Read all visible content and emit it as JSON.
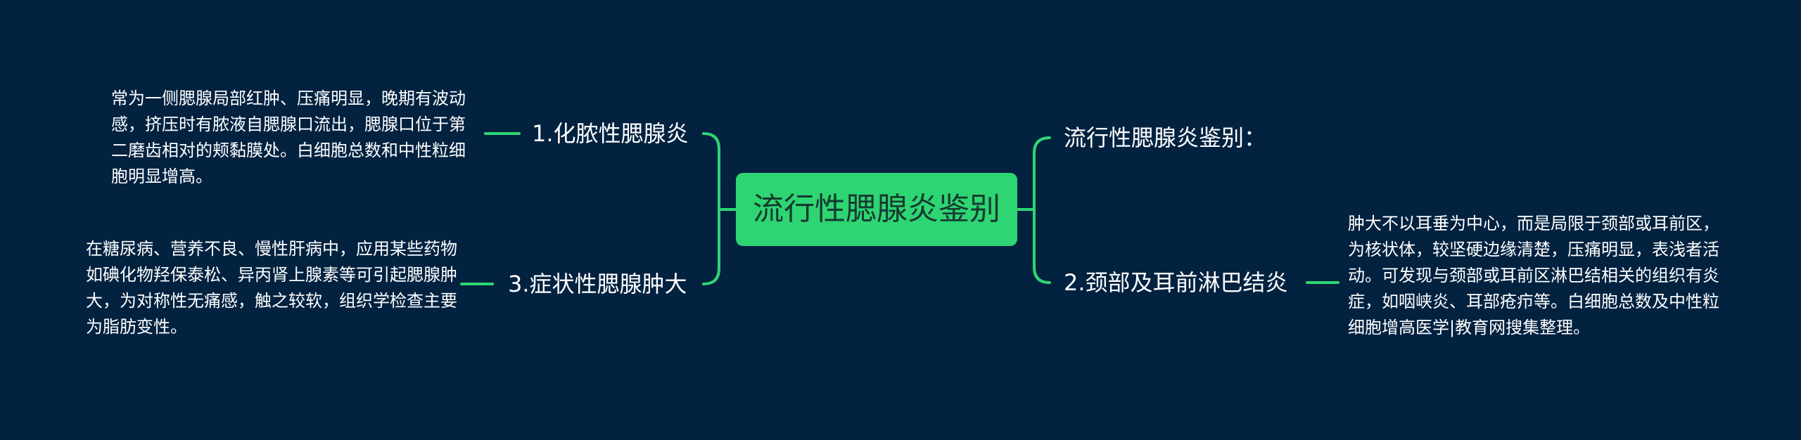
{
  "colors": {
    "background": "#022240",
    "root_fill": "#2ed573",
    "connector": "#2ed573",
    "text": "#ffffff"
  },
  "mindmap": {
    "root": "流行性腮腺炎鉴别",
    "left": [
      {
        "label": "1.化脓性腮腺炎",
        "note": "常为一侧腮腺局部红肿、压痛明显，晚期有波动感，挤压时有脓液自腮腺口流出，腮腺口位于第二磨齿相对的颊黏膜处。白细胞总数和中性粒细胞明显增高。"
      },
      {
        "label": "3.症状性腮腺肿大",
        "note": "在糖尿病、营养不良、慢性肝病中，应用某些药物如碘化物羟保泰松、异丙肾上腺素等可引起腮腺肿大，为对称性无痛感，触之较软，组织学检查主要为脂肪变性。"
      }
    ],
    "right": [
      {
        "label": "流行性腮腺炎鉴别："
      },
      {
        "label": "2.颈部及耳前淋巴结炎",
        "note": "肿大不以耳垂为中心，而是局限于颈部或耳前区，为核状体，较坚硬边缘清楚，压痛明显，表浅者活动。可发现与颈部或耳前区淋巴结相关的组织有炎症，如咽峡炎、耳部疮疖等。白细胞总数及中性粒细胞增高医学|教育网搜集整理。"
      }
    ]
  }
}
